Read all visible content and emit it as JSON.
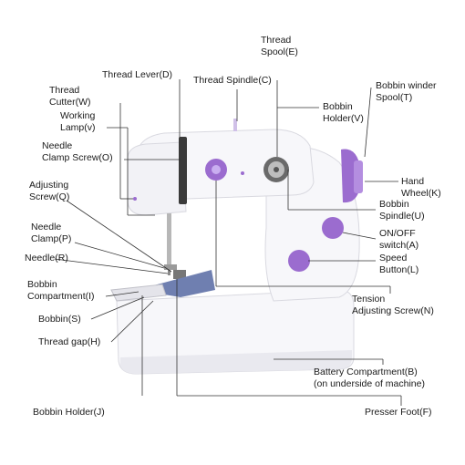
{
  "colors": {
    "accent_purple": "#9b6ccf",
    "body_white": "#f7f7fa",
    "shadow_gray": "#d9d9e0",
    "fabric_blue": "#6f7fb0",
    "leader_line": "#333333"
  },
  "labels": {
    "thread_spool": "Thread\nSpool(E)",
    "thread_lever": "Thread Lever(D)",
    "thread_spindle": "Thread Spindle(C)",
    "bobbin_winder_spool": "Bobbin winder\nSpool(T)",
    "thread_cutter": "Thread\nCutter(W)",
    "working_lamp": "Working\nLamp(v)",
    "bobbin_holder_v": "Bobbin\nHolder(V)",
    "needle_clamp_screw": "Needle\nClamp Screw(O)",
    "hand_wheel": "Hand\nWheel(K)",
    "adjusting_screw": "Adjusting\nScrew(Q)",
    "bobbin_spindle": "Bobbin\nSpindle(U)",
    "needle_clamp": "Needle\nClamp(P)",
    "on_off_switch": "ON/OFF\nswitch(A)",
    "needle": "Needle(R)",
    "speed_button": "Speed\nButton(L)",
    "bobbin_compartment": "Bobbin\nCompartment(I)",
    "tension_adjusting_screw": "Tension\nAdjusting Screw(N)",
    "bobbin_s": "Bobbin(S)",
    "thread_gap": "Thread gap(H)",
    "battery_compartment": "Battery Compartment(B)\n(on underside of machine)",
    "bobbin_holder_j": "Bobbin Holder(J)",
    "presser_foot": "Presser Foot(F)"
  }
}
